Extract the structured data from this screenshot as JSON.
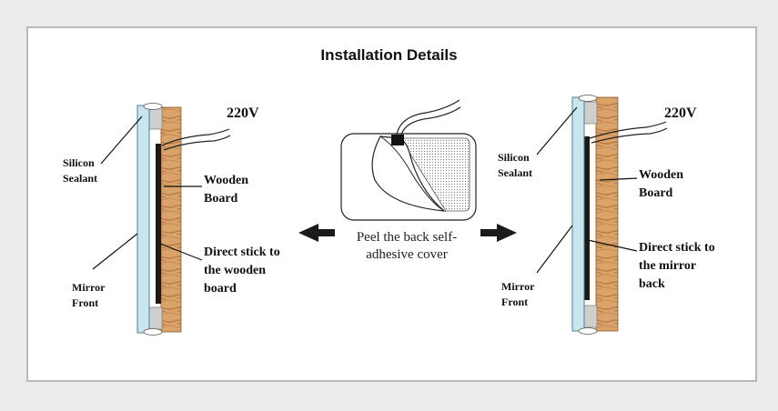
{
  "title": "Installation Details",
  "colors": {
    "background": "#ececec",
    "panel": "#ffffff",
    "mirror_glass": "#c9e6ef",
    "wood": "#d9a36a",
    "wood_grain": "#b97b43",
    "heating_film": "#1a1a1a",
    "sealant": "#cfcfcf"
  },
  "left_assembly": {
    "silicon_sealant": "Silicon\nSealant",
    "mirror_front": "Mirror\nFront",
    "voltage": "220V",
    "wooden_board": "Wooden\nBoard",
    "direct_stick": "Direct stick to\nthe wooden\nboard"
  },
  "center": {
    "caption": "Peel the back self-\nadhesive cover",
    "arrow_left_icon": "arrow-left-icon",
    "arrow_right_icon": "arrow-right-icon"
  },
  "right_assembly": {
    "silicon_sealant": "Silicon\nSealant",
    "mirror_front": "Mirror\nFront",
    "voltage": "220V",
    "wooden_board": "Wooden\nBoard",
    "direct_stick": "Direct stick to\nthe mirror\nback"
  }
}
